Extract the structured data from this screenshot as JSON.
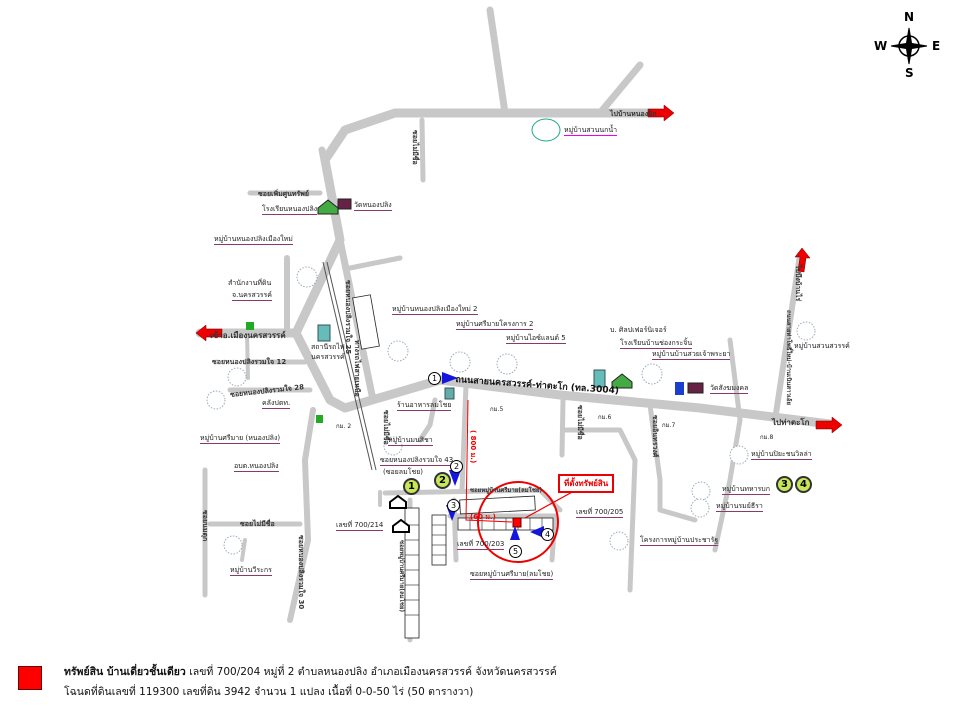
{
  "compass": {
    "n": "N",
    "s": "S",
    "e": "E",
    "w": "W"
  },
  "main_road": "ถนนสายนครสวรรค์-ท่าตะโก (ทล.3004)",
  "directions": {
    "west": "เข้าอ.เมืองนครสวรรค์",
    "east": "ไปท่าตะโก",
    "north_east": "ไปบ้านหนองจิก",
    "north_far_east": "ไปบึงบ้านไร่"
  },
  "roads": {
    "soi_perm_sap": "ซอยเพิ่มศูนทรัพย์",
    "soi_12": "ซอยหนองปลิงรวมใจ 12",
    "soi_28": "ซอยหนองปลิงรวมใจ 28",
    "soi_43": "ซอยหนองปลิงรวมใจ 43",
    "soi_43_alt": "(ซอยลมโชย)",
    "soi_25": "ซอยหนองปลิงรวมใจ 25",
    "railway": "ทางรถไฟสายเหนือ",
    "soi_no_name_1": "ซอยไม่มีชื่อ",
    "soi_no_name_2": "ซอยไม่มีชื่อ",
    "soi_no_name_3": "ซอยไม่มีชื่อ",
    "soi_no_name_4": "ซอยไม่มีชื่อ",
    "soi_30": "ซอยหนองปลิงรวมใจ 30",
    "soi_tuk": "ซอยนมตุก",
    "soi_intra": "ซอยอินทรวงศ์",
    "soi_srimai": "ซอยหมู่บ้านศรีมาย(ลมโชย)",
    "soi_srimai_top": "ซอยหมู่บ้านศรีมาย(ลมโชย)",
    "soi_srimai_vert": "ซอยหมู่บ้านศรีมาย(ลมโชย)",
    "road_east": "ถนนสายท่าโพธิ์ใหม่-บ้านเนินสาวเอ้ย"
  },
  "places": {
    "school": "โรงเรียนหนองปลิง",
    "temple": "วัดหนองปลิง",
    "village_new": "หมู่บ้านหนองปลิงเมืองใหม่",
    "land_office": "สำนักงานที่ดิน",
    "land_office2": "จ.นครสวรรค์",
    "power_station": "สถานีรถไฟ",
    "power_station2": "นครสวรรค์",
    "village_new2": "หมู่บ้านหนองปลิงเมืองใหม่ 2",
    "village_srimai2": "หมู่บ้านศรีมายโครงการ 2",
    "village_island": "หมู่บ้านไอซ์แลนด์ 5",
    "village_suan": "หมู่บ้านสวนนกน้ำ",
    "silp": "บ. ศิลปเฟอร์นิเจอร์",
    "school2": "โรงเรียนบ้านช่องกระจิ้น",
    "village_chao": "หมู่บ้านบ้านสวยเจ้าพระยา",
    "temple2": "วัดสังฆมงคล",
    "village_sawan": "หมู่บ้านสวนสวรรค์",
    "depot": "คลังปตท.",
    "village_srimai_np": "หมู่บ้านศรีมาย (หนองปลิง)",
    "restaurant": "ร้านอาหารลมโชย",
    "village_monsita": "หมู่บ้านมนสิชา",
    "obt": "อบต.หนองปลิง",
    "village_pracha_villa": "หมู่บ้านปิยะชนวิลล่า",
    "village_thahan": "หมู่บ้านทหารบก",
    "village_romsira": "หมู่บ้านรมย์ธีรา",
    "village_pracharat": "โครงการหมู่บ้านประชารัฐ",
    "village_wirakorn": "หมู่บ้านวีระกร"
  },
  "km_markers": [
    "กม. 2",
    "กม.5",
    "กม.6",
    "กม.7",
    "กม.8"
  ],
  "distances": {
    "d800": "( 800 ม.)",
    "d60": "(60 ม.)"
  },
  "addresses": {
    "a214": "เลขที่ 700/214",
    "a205": "เลขที่ 700/205",
    "a203": "เลขที่ 700/203"
  },
  "asset_location": "ที่ตั้งทรัพย์สิน",
  "markers": {
    "m1": "1",
    "m2": "2",
    "m3": "3",
    "m4": "4",
    "m5": "5",
    "g1": "1",
    "g2": "2",
    "g3": "3",
    "g4": "4"
  },
  "legend": {
    "title": "ทรัพย์สิน บ้านเดี่ยวชั้นเดียว",
    "line1": "เลขที่ 700/204 หมู่ที่ 2 ตำบลหนองปลิง อำเภอเมืองนครสวรรค์ จังหวัดนครสวรรค์",
    "line2": "โฉนดที่ดินเลขที่ 119300 เลขที่ดิน 3942 จำนวน 1 แปลง เนื้อที่ 0-0-50 ไร่ (50 ตารางวา)"
  },
  "colors": {
    "road": "#c8c8c8",
    "asset": "#ff0000",
    "marker": "#1515e0",
    "green_marker": "#c8e65a"
  }
}
